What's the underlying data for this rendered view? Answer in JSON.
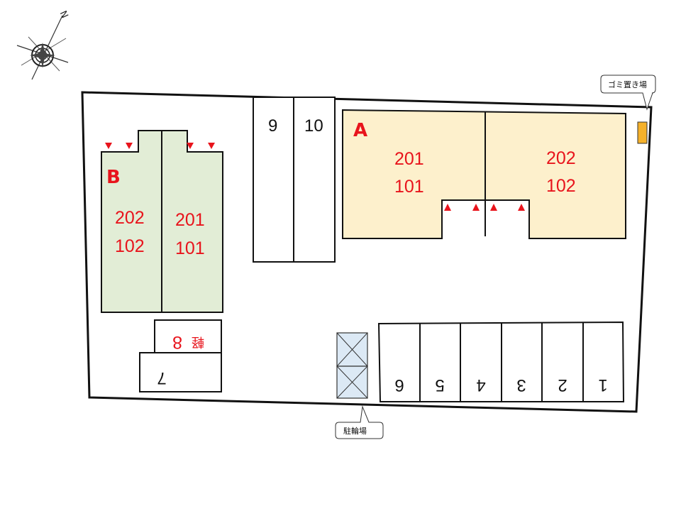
{
  "colors": {
    "outline": "#111111",
    "building_a_fill": "#fdf0cc",
    "building_b_fill": "#e2edd6",
    "bike_fill": "#dce9f5",
    "label_red": "#e8141c",
    "garbage_fill": "#f5b12a"
  },
  "compass": {
    "north_label": "N"
  },
  "building_a": {
    "name": "A",
    "units_left": [
      "201",
      "101"
    ],
    "units_right": [
      "202",
      "102"
    ]
  },
  "building_b": {
    "name": "B",
    "units_left": [
      "202",
      "102"
    ],
    "units_right": [
      "201",
      "101"
    ]
  },
  "parking_top": [
    "9",
    "10"
  ],
  "parking_bottom": [
    "6",
    "5",
    "4",
    "3",
    "2",
    "1"
  ],
  "parking_small": {
    "space_8": "8",
    "space_8_kei": "軽",
    "space_7": "7"
  },
  "callouts": {
    "garbage": "ゴミ置き場",
    "bicycle": "駐輪場"
  },
  "icons": {
    "compass": "compass-rose-icon",
    "entrance": "triangle-marker-icon"
  }
}
